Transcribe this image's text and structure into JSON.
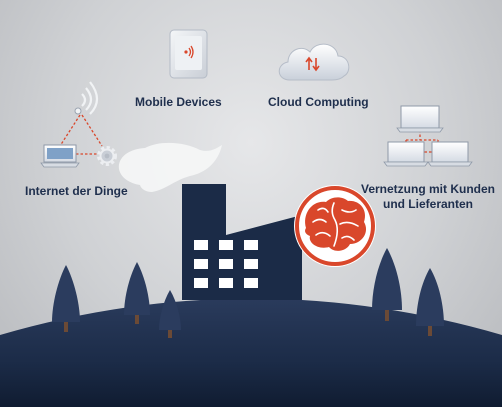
{
  "labels": {
    "mobile": "Mobile Devices",
    "cloud": "Cloud Computing",
    "iot": "Internet der Dinge",
    "network_line1": "Vernetzung mit Kunden",
    "network_line2": "und Lieferanten"
  },
  "icons": [
    "mobile-device-icon",
    "cloud-icon",
    "wifi-icon",
    "laptop-icon",
    "gear-icon",
    "network-computers-icon",
    "brain-icon",
    "factory-icon",
    "tree-icon"
  ],
  "colors": {
    "navy": "#1b2b47",
    "accent_red": "#d9472b",
    "text": "#1f2f4d",
    "background": "#cfd1d4"
  }
}
